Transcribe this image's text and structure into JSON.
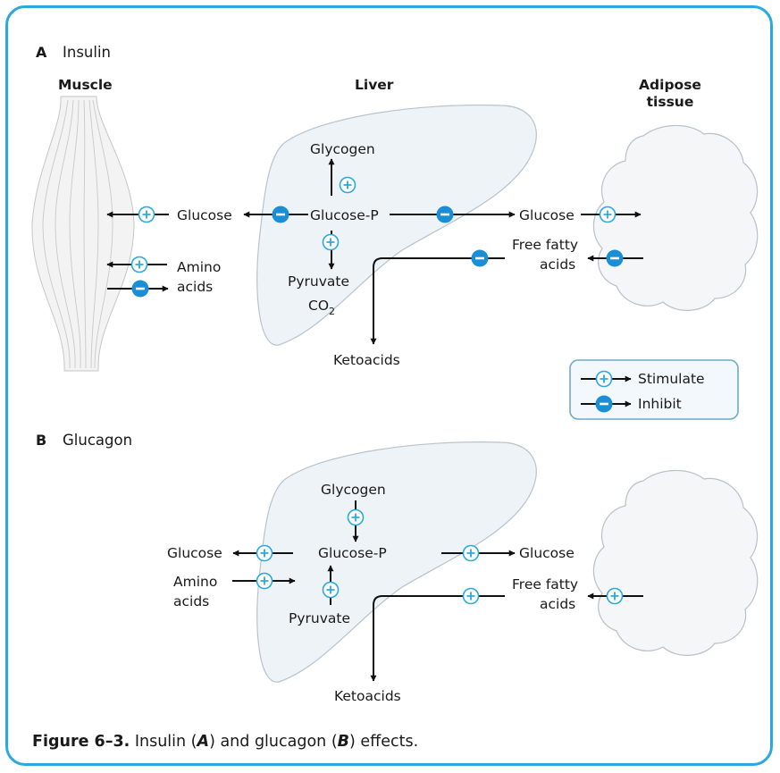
{
  "colors": {
    "border": "#29a9df",
    "stimulate": "#29a9df",
    "inhibit": "#1b8fd6",
    "liver_fill": "#eef3f8"
  },
  "section_a": {
    "letter": "A",
    "name": "Insulin",
    "muscle_heading": "Muscle",
    "liver_heading": "Liver",
    "adipose_heading_1": "Adipose",
    "adipose_heading_2": "tissue",
    "glycogen": "Glycogen",
    "glucose_p": "Glucose-P",
    "pyruvate": "Pyruvate",
    "co2": "CO",
    "co2_sub": "2",
    "glucose_left": "Glucose",
    "glucose_right": "Glucose",
    "amino_1": "Amino",
    "amino_2": "acids",
    "ffa_1": "Free fatty",
    "ffa_2": "acids",
    "ketoacids": "Ketoacids"
  },
  "legend": {
    "stimulate": "Stimulate",
    "inhibit": "Inhibit"
  },
  "section_b": {
    "letter": "B",
    "name": "Glucagon",
    "glycogen": "Glycogen",
    "glucose_p": "Glucose-P",
    "pyruvate": "Pyruvate",
    "glucose_left": "Glucose",
    "glucose_right": "Glucose",
    "amino_1": "Amino",
    "amino_2": "acids",
    "ffa_1": "Free fatty",
    "ffa_2": "acids",
    "ketoacids": "Ketoacids"
  },
  "caption": {
    "number": "Figure 6–3.",
    "text_1": " Insulin (",
    "a": "A",
    "text_2": ") and glucagon (",
    "b": "B",
    "text_3": ") effects."
  }
}
